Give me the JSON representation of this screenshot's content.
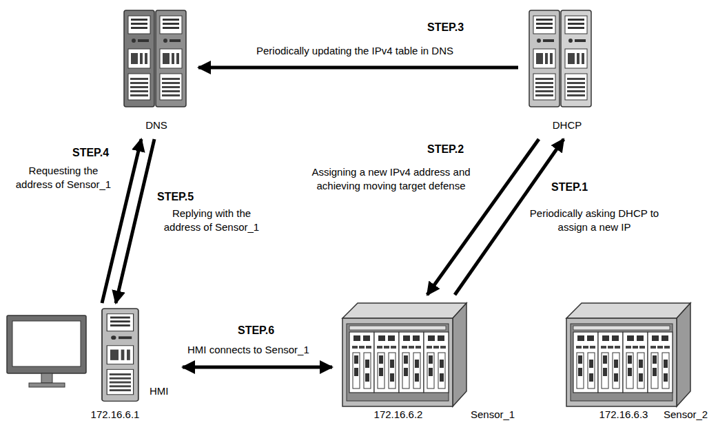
{
  "diagram": {
    "nodes": [
      {
        "text": [
          "DNS"
        ]
      },
      {
        "text": [
          "DHCP"
        ]
      },
      {
        "text": [
          "HMI",
          "172.16.6.1"
        ]
      },
      {
        "text": [
          "Sensor_1",
          "172.16.6.2"
        ]
      },
      {
        "text": [
          "Sensor_2",
          "172.16.6.3"
        ]
      }
    ],
    "edges": [
      {
        "from": 1,
        "to": 0,
        "arrow": "to",
        "label": "STEP.3"
      },
      {
        "from": 1,
        "to": 3,
        "arrow": "to",
        "label": "STEP.2"
      },
      {
        "from": 3,
        "to": 1,
        "arrow": "to",
        "label": "STEP.1"
      },
      {
        "from": 2,
        "to": 0,
        "arrow": "to",
        "label": "STEP.4"
      },
      {
        "from": 0,
        "to": 2,
        "arrow": "to",
        "label": "STEP.5"
      },
      {
        "from": 2,
        "to": 3,
        "arrow": "both",
        "label": "STEP.6"
      }
    ],
    "labels": [
      "Periodically updating the IPv4 table in DNS",
      "Assigning a new IPv4 address and achieving moving target defense",
      "Periodically asking DHCP to assign a new IP",
      "Requesting the address of Sensor_1",
      "Replying with the address of Sensor_1",
      "HMI connects to Sensor_1"
    ]
  }
}
